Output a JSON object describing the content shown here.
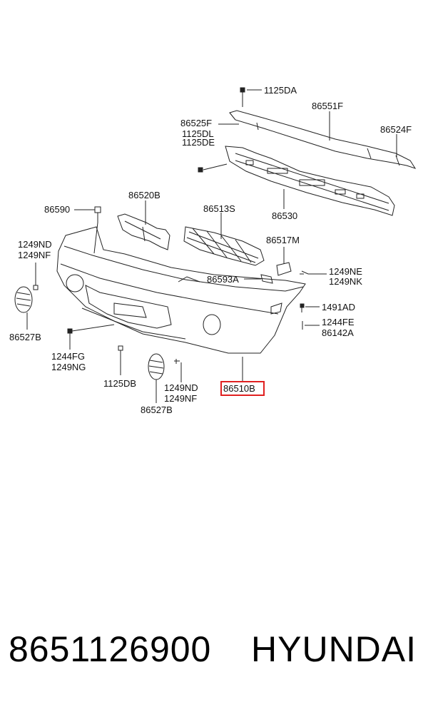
{
  "labels": {
    "l1125da": "1125DA",
    "l86551f": "86551F",
    "l86525f": "86525F",
    "l1125dl": "1125DL",
    "l1125de": "1125DE",
    "l86524f": "86524F",
    "l86520b": "86520B",
    "l86590": "86590",
    "l86513s": "86513S",
    "l86530": "86530",
    "l1249nd_a": "1249ND",
    "l1249nf_a": "1249NF",
    "l86517m": "86517M",
    "l86593a": "86593A",
    "l1249ne": "1249NE",
    "l1249nk": "1249NK",
    "l1491ad": "1491AD",
    "l1244fe": "1244FE",
    "l86142a": "86142A",
    "l86527b_a": "86527B",
    "l1244fg": "1244FG",
    "l1249ng": "1249NG",
    "l1125db": "1125DB",
    "l1249nd_b": "1249ND",
    "l1249nf_b": "1249NF",
    "l86527b_b": "86527B",
    "l86510b": "86510B"
  },
  "highlight_color": "#e02020",
  "footer": {
    "part_number": "8651126900",
    "brand": "HYUNDAI"
  }
}
